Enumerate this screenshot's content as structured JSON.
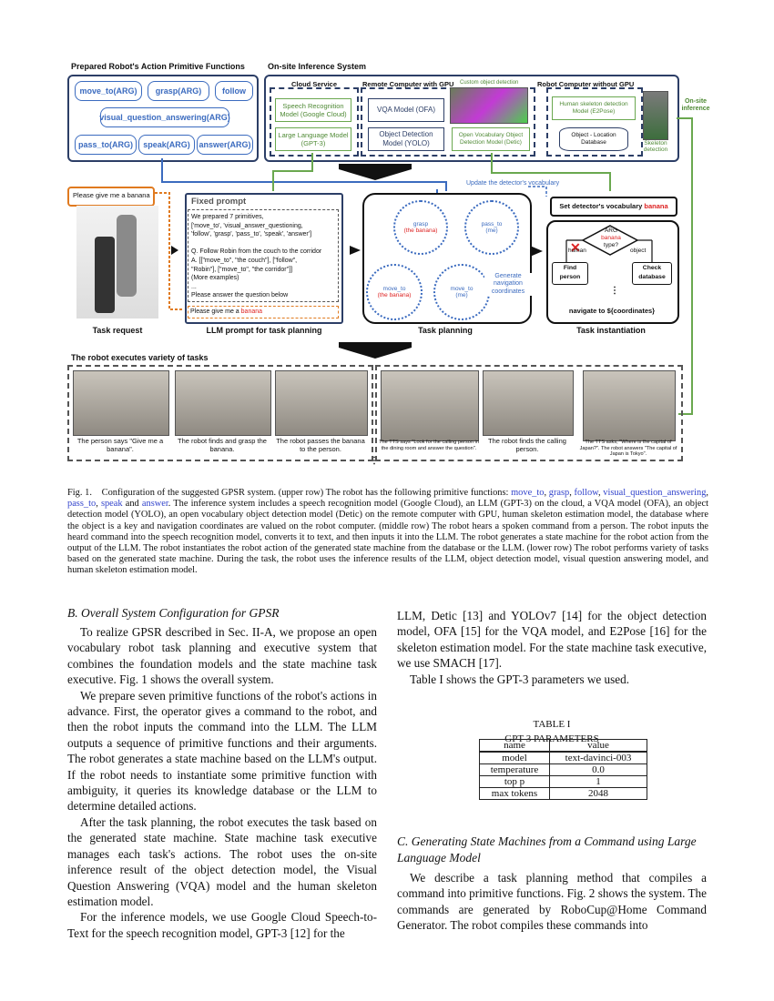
{
  "figure": {
    "primitives_title": "Prepared Robot's Action Primitive Functions",
    "primitives": [
      "move_to(ARG)",
      "grasp(ARG)",
      "follow",
      "visual_question_answering(ARG)",
      "pass_to(ARG)",
      "speak(ARG)",
      "answer(ARG)"
    ],
    "onsite_title": "On-site Inference System",
    "cloud_title": "Cloud Service",
    "remote_title": "Remote Computer with GPU",
    "custom_detection_label": "Custom object detection",
    "robot_computer_title": "Robot Computer without GPU",
    "onsite_inference_label": "On-site inference",
    "models": {
      "speech": "Speech Recognition Model (Google Cloud)",
      "llm": "Large Language Model (GPT-3)",
      "vqa": "VQA Model (OFA)",
      "detection": "Object Detection Model (YOLO)",
      "open_vocab": "Open Vocabulary Object Detection Model (Detic)",
      "skeleton": "Human skeleton detection Model (E2Pose)",
      "database": "Object - Location Database",
      "skeleton_detection": "Skeleton detection"
    },
    "update_vocab": "Update the detector's vocabulary",
    "speech_bubble": "Please give me a banana",
    "fixed_prompt_title": "Fixed prompt",
    "fixed_prompt_lines": [
      "We prepared 7 primitives,",
      "['move_to', 'visual_answer_questioning,",
      "'follow', 'grasp', 'pass_to', 'speak', 'answer']",
      "",
      "Q. Follow Robin from the couch to the corridor",
      "A. [[\"move_to\", \"the couch\"], [\"follow\",",
      "\"Robin\"], [\"move_to\", \"the corridor\"]]",
      "(More examples)",
      "...",
      "Please answer the question below"
    ],
    "prompt_request_prefix": "Please give me a ",
    "prompt_request_word": "banana",
    "nodes": {
      "grasp": "grasp",
      "grasp_arg": "(the banana)",
      "pass_to": "pass_to",
      "pass_to_arg": "(me)",
      "move_to_1": "move_to",
      "move_to_1_arg": "(the banana)",
      "move_to_2": "move_to",
      "move_to_2_arg": "(me)"
    },
    "generate_nav": "Generate navigation coordinates",
    "set_vocab_prefix": "Set detector's vocabulary ",
    "set_vocab_word": "banana",
    "flow": {
      "arg": "ARG",
      "banana": "banana",
      "type": "type?",
      "human": "human",
      "object": "object",
      "find_person": "Find person",
      "check_db": "Check database",
      "navigate": "navigate to ${coordinates}"
    },
    "section_labels": [
      "Task request",
      "LLM prompt for task planning",
      "Task planning",
      "Task instantiation"
    ],
    "executes_title": "The robot executes variety of tasks",
    "photo_captions": [
      "The person says \"Give me a banana\".",
      "The robot finds and grasp the banana.",
      "The robot passes the banana to the person.",
      "The TTS says \"Look for the calling person in the dining room and answer the question\".",
      "The robot finds the calling person.",
      "The TTS asks, \"Where is the capital of Japan?\". The robot answers \"The capital of Japan is Tokyo\"."
    ]
  },
  "caption": {
    "label": "Fig. 1.",
    "part1": "Configuration of the suggested GPSR system. (upper row) The robot has the following primitive functions: ",
    "funcs": [
      "move_to",
      "grasp",
      "follow",
      "visual_question_answering",
      "pass_to",
      "speak",
      "answer"
    ],
    "part2": " The inference system includes a speech recognition model (Google Cloud), an LLM (GPT-3) on the cloud, a VQA model (OFA), an object detection model (YOLO), an open vocabulary object detection model (Detic) on the remote computer with GPU, human skeleton estimation model, the database where the object is a key and navigation coordinates are valued on the robot computer. (middle row) The robot hears a spoken command from a person. The robot inputs the heard command into the speech recognition model, converts it to text, and then inputs it into the LLM. The robot generates a state machine for the robot action from the output of the LLM. The robot instantiates the robot action of the generated state machine from the database or the LLM. (lower row) The robot performs variety of tasks based on the generated state machine. During the task, the robot uses the inference results of the LLM, object detection model, visual question answering model, and human skeleton estimation model."
  },
  "left": {
    "heading": "B.  Overall System Configuration for GPSR",
    "paragraphs": [
      "To realize GPSR described in Sec. II-A, we propose an open vocabulary robot task planning and executive system that combines the foundation models and the state machine task executive. Fig. 1 shows the overall system.",
      "We prepare seven primitive functions of the robot's actions in advance. First, the operator gives a command to the robot, and then the robot inputs the command into the LLM. The LLM outputs a sequence of primitive functions and their arguments. The robot generates a state machine based on the LLM's output. If the robot needs to instantiate some primitive function with ambiguity, it queries its knowledge database or the LLM to determine detailed actions.",
      "After the task planning, the robot executes the task based on the generated state machine. State machine task executive manages each task's actions. The robot uses the on-site inference result of the object detection model, the Visual Question Answering (VQA) model and the human skeleton estimation model.",
      "For the inference models, we use Google Cloud Speech-to-Text for the speech recognition model, GPT-3 [12] for the"
    ]
  },
  "right": {
    "para1": "LLM, Detic [13] and YOLOv7 [14] for the object detection model, OFA [15] for the VQA model, and E2Pose [16] for the skeleton estimation model. For the state machine task executive, we use SMACH [17].",
    "para2": "Table I shows the GPT-3 parameters we used.",
    "table_label": "TABLE I",
    "table_title": "GPT-3 PARAMETERS",
    "table_header": [
      "name",
      "value"
    ],
    "table_rows": [
      [
        "model",
        "text-davinci-003"
      ],
      [
        "temperature",
        "0.0"
      ],
      [
        "top p",
        "1"
      ],
      [
        "max tokens",
        "2048"
      ]
    ],
    "heading": "C.  Generating State Machines from a Command using Large Language Model",
    "para3": "We describe a task planning method that compiles a command into primitive functions. Fig. 2 shows the system. The commands are generated by RoboCup@Home Command Generator. The robot compiles these commands into"
  }
}
